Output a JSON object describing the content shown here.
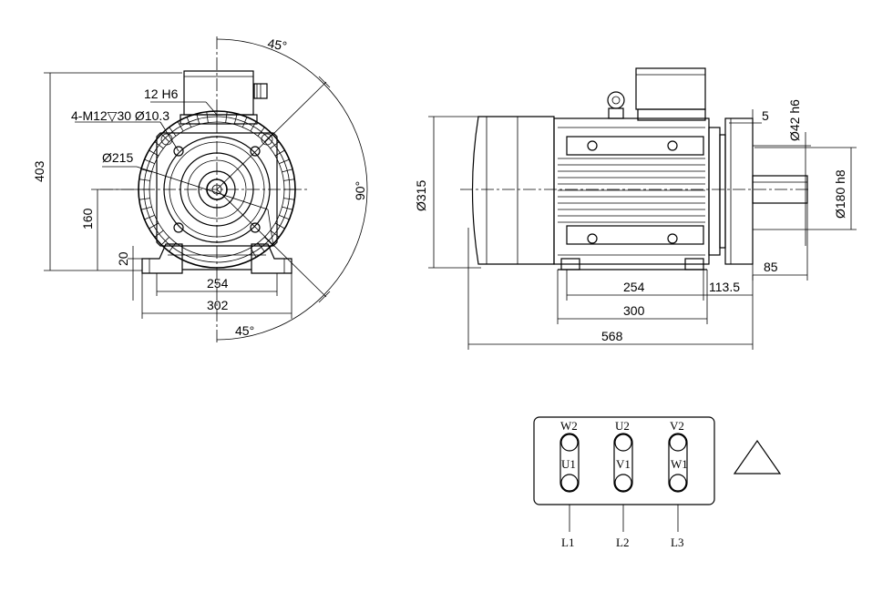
{
  "front_view": {
    "angle_top": "45°",
    "angle_right": "90°",
    "angle_bottom": "45°",
    "key_width": "12 H6",
    "holes": "4-M12▽30 Ø10.3",
    "flange_dia": "Ø215",
    "overall_height": "403",
    "shaft_height": "160",
    "foot_thickness": "20",
    "foot_spacing": "254",
    "foot_width": "302"
  },
  "side_view": {
    "frame_dia": "Ø315",
    "key_offset": "5",
    "shaft_dia": "Ø42 h6",
    "spigot_dia": "Ø180 h8",
    "shaft_length": "85",
    "foot_length_spacing": "254",
    "shoulder_dist": "113.5",
    "foot_length": "300",
    "overall_length": "568"
  },
  "terminal_box": {
    "top_labels": [
      "W2",
      "U2",
      "V2"
    ],
    "bottom_labels": [
      "U1",
      "V1",
      "W1"
    ],
    "lines": [
      "L1",
      "L2",
      "L3"
    ],
    "connection_symbol": "triangle-icon"
  }
}
